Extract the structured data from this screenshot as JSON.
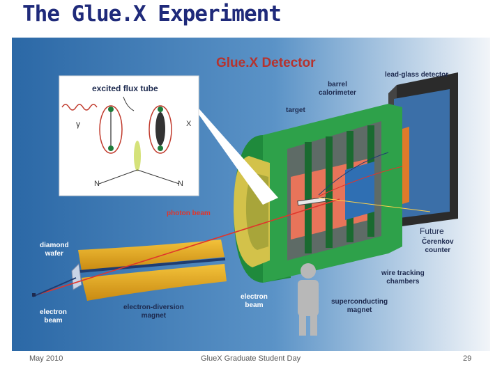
{
  "slide": {
    "title": "The Glue.X Experiment"
  },
  "figure": {
    "title": "Glue.X Detector",
    "inset_title": "excited flux tube",
    "inset_gamma": "γ",
    "inset_x": "X",
    "inset_n_left": "N",
    "inset_n_right": "N",
    "labels": {
      "lead_glass": "lead-glass detector",
      "barrel_cal": "barrel\ncalorimeter",
      "target": "target",
      "photon_beam": "photon beam",
      "future": "Future",
      "cerenkov": "Čerenkov\ncounter",
      "diamond": "diamond\nwafer",
      "wire_tracking": "wire tracking\nchambers",
      "electron_beam_left": "electron\nbeam",
      "diversion_magnet": "electron-diversion\nmagnet",
      "electron_beam_mid": "electron\nbeam",
      "sc_magnet": "superconducting\nmagnet"
    }
  },
  "footer": {
    "date": "May 2010",
    "event": "GlueX Graduate Student Day",
    "page": "29"
  },
  "colors": {
    "title": "#1f2a7a",
    "figure_title": "#b5332e",
    "label_dark": "#1d2a4f",
    "label_light": "#ffffff",
    "photon_label": "#e0352b",
    "background_left": "#2c6ba8",
    "background_right": "#e8eef5"
  }
}
